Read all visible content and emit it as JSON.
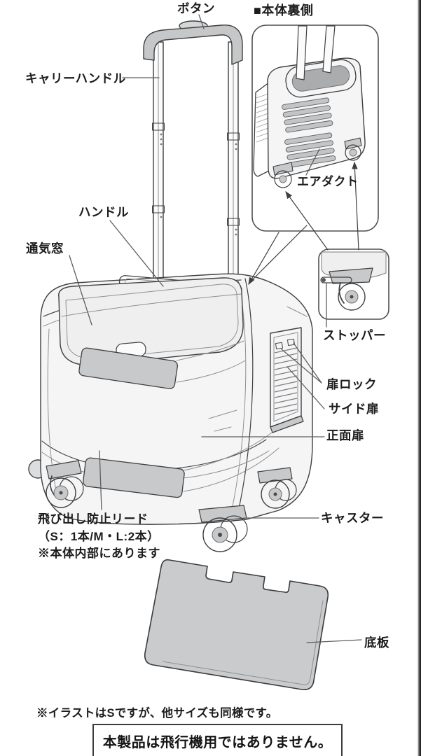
{
  "page": {
    "background": "#ffffff",
    "edge_color": "#161616"
  },
  "colors": {
    "outline": "#3f3f3f",
    "body_fill": "#f5f5f6",
    "accent_gray": "#c7c9cb",
    "label_text": "#1c1c1c"
  },
  "labels": {
    "button": "ボタン",
    "carry_handle": "キャリーハンドル",
    "rear_inset_title": "■本体裏側",
    "air_duct": "エアダクト",
    "stopper": "ストッパー",
    "handle": "ハンドル",
    "vent_window": "通気窓",
    "door_lock": "扉ロック",
    "side_door": "サイド扉",
    "front_door": "正面扉",
    "caster": "キャスター",
    "bottom_plate": "底板",
    "leash": {
      "line1": "飛び出し防止リード",
      "line2": "（S：1本/M・L:2本）",
      "line3": "※本体内部にあります"
    }
  },
  "notes": {
    "size_note": "※イラストはSですが、他サイズも同様です。",
    "warning": "本製品は飛行機用ではありません。"
  }
}
